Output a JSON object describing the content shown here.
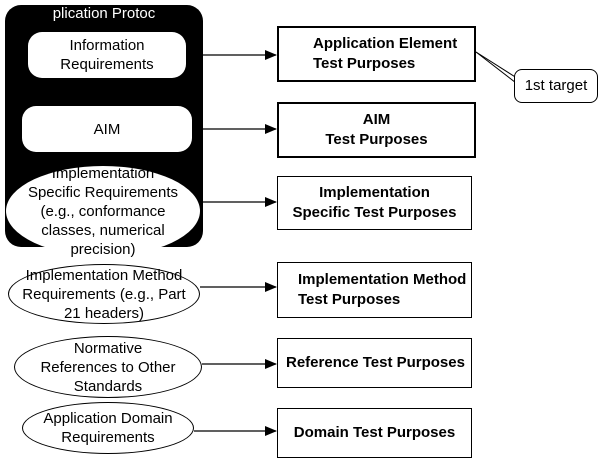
{
  "panel": {
    "title": "plication Protoc"
  },
  "left": {
    "info": [
      "Information",
      "Requirements"
    ],
    "aim": "AIM",
    "impl_spec": [
      "Implementation",
      "Specific Requirements",
      "(e.g., conformance",
      "classes, numerical",
      "precision)"
    ],
    "impl_method": [
      "Implementation Method",
      "Requirements (e.g., Part",
      "21 headers)"
    ],
    "normative": [
      "Normative",
      "References to Other",
      "Standards"
    ],
    "domain": [
      "Application Domain",
      "Requirements"
    ]
  },
  "right": {
    "app_element": [
      "Application Element",
      "Test Purposes"
    ],
    "aim": [
      "AIM",
      "Test Purposes"
    ],
    "impl_spec": [
      "Implementation",
      "Specific Test Purposes"
    ],
    "impl_method": [
      "Implementation Method",
      "Test Purposes"
    ],
    "reference": "Reference Test Purposes",
    "domain": "Domain Test Purposes"
  },
  "callout": "1st target"
}
